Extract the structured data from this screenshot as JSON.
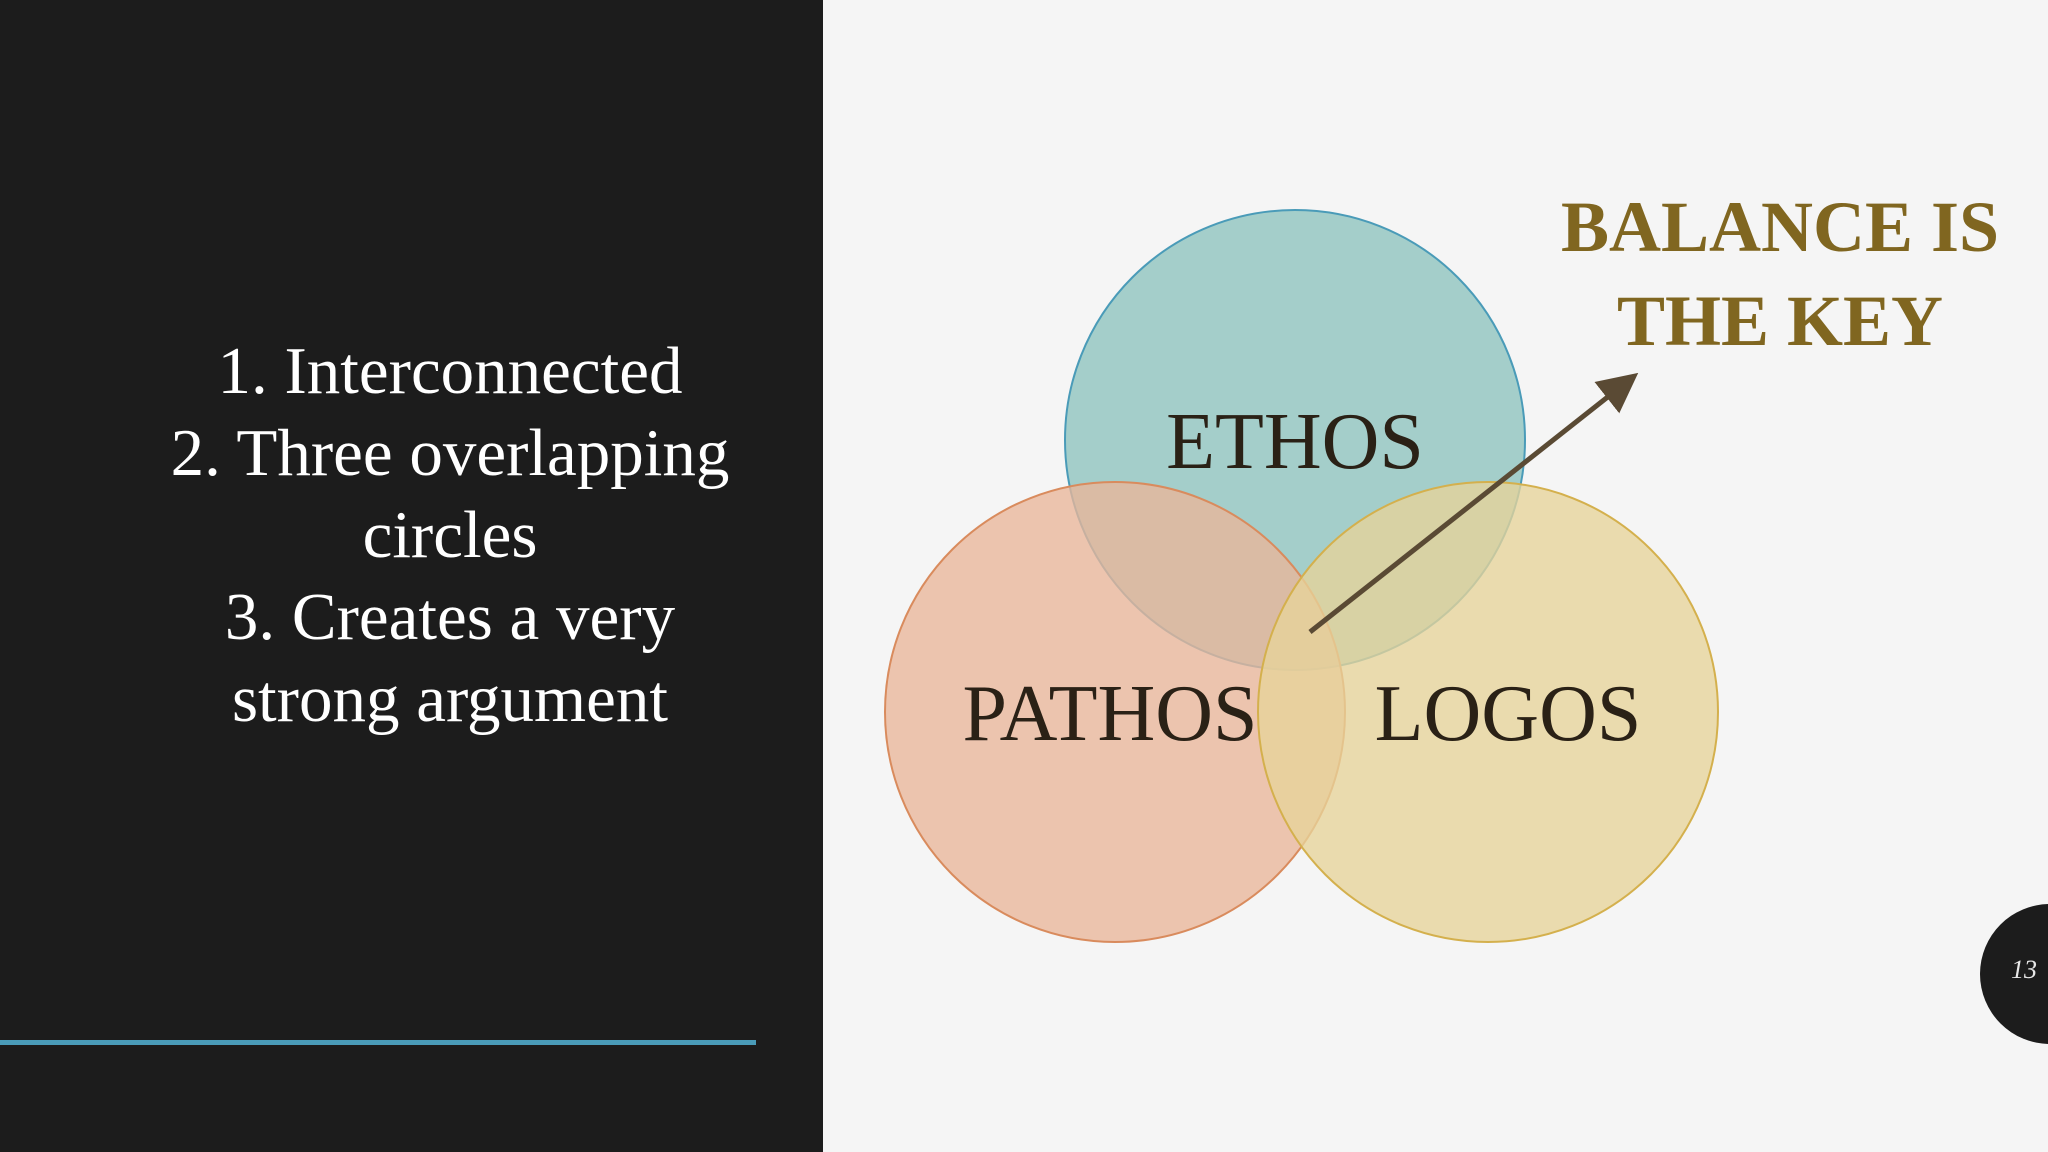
{
  "slide": {
    "points": [
      "1. Interconnected",
      "2. Three overlapping\ncircles",
      "3. Creates a very\nstrong argument"
    ],
    "callout": "BALANCE IS\nTHE KEY",
    "page_number": "13"
  },
  "diagram": {
    "circles": [
      {
        "label": "ETHOS",
        "fill": "#9ccac6",
        "stroke": "#4a9bb8"
      },
      {
        "label": "PATHOS",
        "fill": "#e9b69a",
        "stroke": "#d98b5d"
      },
      {
        "label": "LOGOS",
        "fill": "#e7d39a",
        "stroke": "#d4b04d"
      }
    ],
    "arrow_color": "#5a4a34"
  },
  "colors": {
    "left_panel": "#1c1c1c",
    "accent_line": "#4a9bb8",
    "background": "#f5f5f5",
    "callout_text": "#806620"
  }
}
